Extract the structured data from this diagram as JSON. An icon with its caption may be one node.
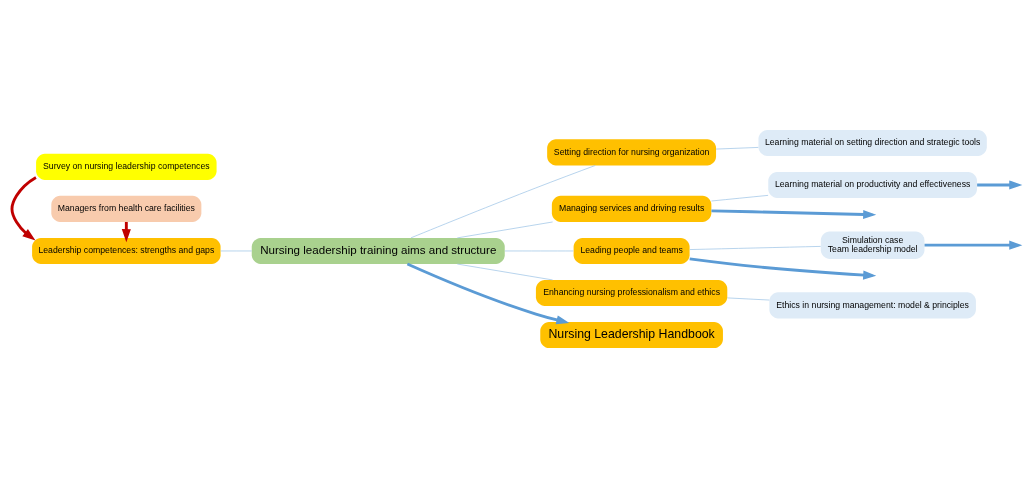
{
  "diagram": {
    "nodes": [
      {
        "text": [
          "Survey on nursing leadership competences"
        ]
      },
      {
        "text": [
          "Leadership competences: strengths and gaps"
        ]
      },
      {
        "text": [
          "Managers from health care facilities"
        ]
      },
      {
        "text": [
          "Nursing leadership training aims and structure"
        ]
      },
      {
        "text": [
          "Setting direction for nursing organization"
        ]
      },
      {
        "text": [
          "Managing services and driving results"
        ]
      },
      {
        "text": [
          "Leading people and teams"
        ]
      },
      {
        "text": [
          "Enhancing nursing professionalism and ethics"
        ]
      },
      {
        "text": [
          "Learning material on setting direction and strategic tools"
        ]
      },
      {
        "text": [
          "Learning material on productivity and effectiveness"
        ]
      },
      {
        "text": [
          "Simulation case",
          "Team leadership model"
        ]
      },
      {
        "text": [
          "Ethics in nursing management: model & principles"
        ]
      },
      {
        "text": [
          "Nursing Leadership Handbook"
        ]
      }
    ],
    "edges": [
      {
        "from": 0,
        "to": 1,
        "arrow": "to",
        "style": "thick",
        "color": "#c00000"
      },
      {
        "from": 2,
        "to": 1,
        "arrow": "to",
        "style": "thick",
        "color": "#c00000"
      },
      {
        "from": 1,
        "to": 3,
        "arrow": "none"
      },
      {
        "from": 3,
        "to": 4,
        "arrow": "none"
      },
      {
        "from": 3,
        "to": 5,
        "arrow": "none"
      },
      {
        "from": 3,
        "to": 6,
        "arrow": "none"
      },
      {
        "from": 3,
        "to": 7,
        "arrow": "none"
      },
      {
        "from": 4,
        "to": 8,
        "arrow": "none"
      },
      {
        "from": 5,
        "to": 9,
        "arrow": "none"
      },
      {
        "from": 6,
        "to": 10,
        "arrow": "none"
      },
      {
        "from": 7,
        "to": 11,
        "arrow": "none"
      },
      {
        "from": 3,
        "to": 12,
        "arrow": "to",
        "style": "thick",
        "color": "#5b9bd5"
      },
      {
        "from": 5,
        "to": null,
        "arrow": "to",
        "style": "thick",
        "color": "#5b9bd5"
      },
      {
        "from": 9,
        "to": null,
        "arrow": "to",
        "style": "thick",
        "color": "#5b9bd5"
      },
      {
        "from": 6,
        "to": null,
        "arrow": "to",
        "style": "thick",
        "color": "#5b9bd5"
      },
      {
        "from": 10,
        "to": null,
        "arrow": "to",
        "style": "thick",
        "color": "#5b9bd5"
      }
    ]
  }
}
